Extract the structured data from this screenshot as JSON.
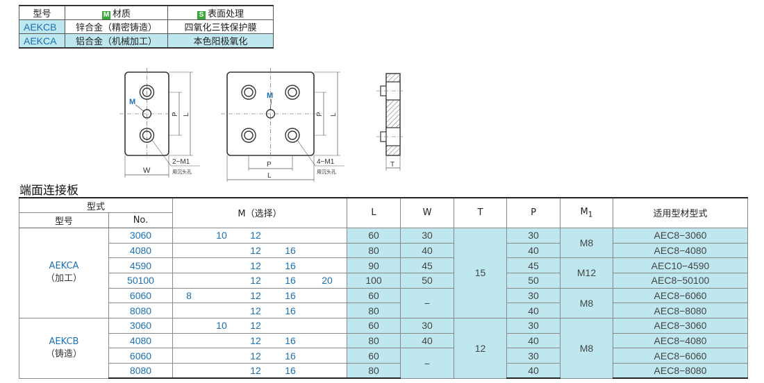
{
  "material_table": {
    "headers": {
      "model": "型号",
      "material_badge": "M",
      "material": "材质",
      "surface_badge": "S",
      "surface": "表面处理"
    },
    "rows": [
      {
        "model": "AEKCB",
        "material": "锌合金（精密铸造）",
        "surface": "四氧化三铁保护膜"
      },
      {
        "model": "AEKCA",
        "material": "铝合金（机械加工）",
        "surface": "本色阳极氧化"
      }
    ]
  },
  "drawing_labels": {
    "m": "M",
    "p": "P",
    "l": "L",
    "w": "W",
    "t": "T",
    "callout_2": "2−M1",
    "callout_4": "4−M1",
    "counterbore": "用沉头孔"
  },
  "section_title": "端面连接板",
  "main_table": {
    "headers": {
      "type_group": "型式",
      "model": "型号",
      "no": "No.",
      "m_select": "M（选择）",
      "l": "L",
      "w": "W",
      "t": "T",
      "p": "P",
      "m1": "M",
      "m1_sub": "1",
      "profile": "适用型材型式"
    },
    "groups": [
      {
        "series": "AEKCA",
        "process": "（加工）",
        "t": "15",
        "rows": [
          {
            "no": "3060",
            "m": [
              "",
              "10",
              "12",
              "",
              ""
            ],
            "l": "60",
            "w": "30",
            "p": "30",
            "profile": "AEC8−3060"
          },
          {
            "no": "4080",
            "m": [
              "",
              "",
              "12",
              "16",
              ""
            ],
            "l": "80",
            "w": "40",
            "p": "40",
            "profile": "AEC8−4080"
          },
          {
            "no": "4590",
            "m": [
              "",
              "",
              "12",
              "16",
              ""
            ],
            "l": "90",
            "w": "45",
            "p": "45",
            "profile": "AEC10−4590"
          },
          {
            "no": "50100",
            "m": [
              "",
              "",
              "12",
              "16",
              "20"
            ],
            "l": "100",
            "w": "50",
            "p": "50",
            "profile": "AEC8−50100"
          },
          {
            "no": "6060",
            "m": [
              "8",
              "",
              "12",
              "16",
              ""
            ],
            "l": "60",
            "w": "−",
            "p": "30",
            "profile": "AEC8−6060"
          },
          {
            "no": "8080",
            "m": [
              "",
              "",
              "12",
              "16",
              ""
            ],
            "l": "80",
            "w": "",
            "p": "40",
            "profile": "AEC8−8080"
          }
        ],
        "m1_values": [
          "M8",
          "M12",
          "M8"
        ]
      },
      {
        "series": "AEKCB",
        "process": "（铸造）",
        "t": "12",
        "rows": [
          {
            "no": "3060",
            "m": [
              "",
              "10",
              "12",
              "",
              ""
            ],
            "l": "60",
            "w": "30",
            "p": "30",
            "profile": "AEC8−3060"
          },
          {
            "no": "4080",
            "m": [
              "",
              "",
              "12",
              "16",
              ""
            ],
            "l": "80",
            "w": "40",
            "p": "40",
            "profile": "AEC8−4080"
          },
          {
            "no": "6060",
            "m": [
              "",
              "",
              "12",
              "16",
              ""
            ],
            "l": "60",
            "w": "−",
            "p": "30",
            "profile": "AEC8−6060"
          },
          {
            "no": "8080",
            "m": [
              "",
              "",
              "12",
              "16",
              ""
            ],
            "l": "80",
            "w": "",
            "p": "40",
            "profile": "AEC8−8080"
          }
        ],
        "m1_values": [
          "M8"
        ]
      }
    ]
  }
}
